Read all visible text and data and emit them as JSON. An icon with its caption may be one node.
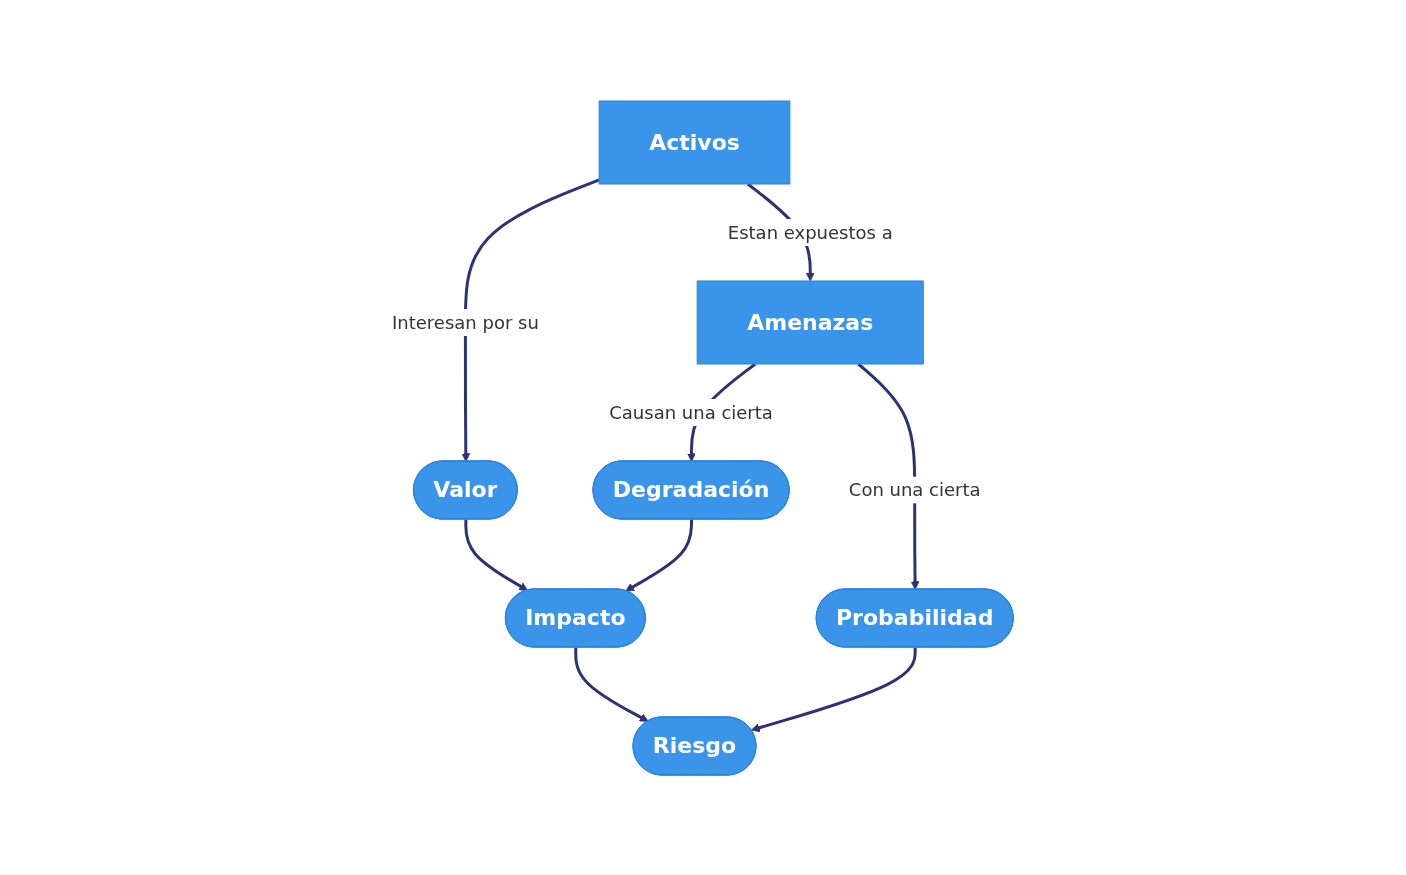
{
  "diagram": {
    "nodes": [
      {
        "text": [
          "Activos"
        ]
      },
      {
        "text": [
          "Amenazas"
        ]
      },
      {
        "text": [
          "Valor"
        ]
      },
      {
        "text": [
          "Degradación"
        ]
      },
      {
        "text": [
          "Impacto"
        ]
      },
      {
        "text": [
          "Probabilidad"
        ]
      },
      {
        "text": [
          "Riesgo"
        ]
      }
    ],
    "edges": [
      {
        "from": 0,
        "to": 1,
        "arrow": "to",
        "label": "Estan expuestos a"
      },
      {
        "from": 0,
        "to": 2,
        "arrow": "to",
        "label": "Interesan por su"
      },
      {
        "from": 1,
        "to": 3,
        "arrow": "to",
        "label": "Causan una cierta"
      },
      {
        "from": 1,
        "to": 5,
        "arrow": "to",
        "label": "Con una cierta"
      },
      {
        "from": 2,
        "to": 4,
        "arrow": "to"
      },
      {
        "from": 3,
        "to": 4,
        "arrow": "to"
      },
      {
        "from": 4,
        "to": 6,
        "arrow": "to"
      },
      {
        "from": 5,
        "to": 6,
        "arrow": "to"
      }
    ]
  }
}
